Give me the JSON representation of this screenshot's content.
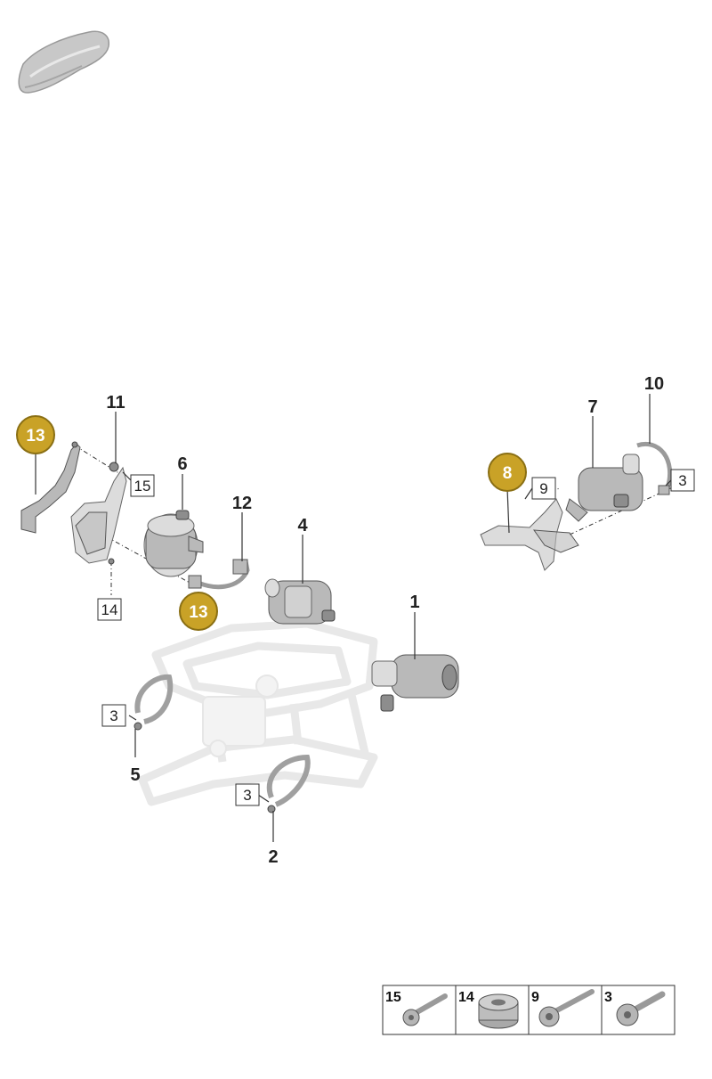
{
  "callouts": {
    "c1": "1",
    "c2": "2",
    "c4": "4",
    "c5": "5",
    "c6": "6",
    "c7": "7",
    "c10": "10",
    "c11": "11",
    "c12": "12"
  },
  "badges": {
    "b13_top": "13",
    "b13_mid": "13",
    "b8": "8"
  },
  "boxed_refs": {
    "r15": "15",
    "r14": "14",
    "r9": "9",
    "r3_right": "3",
    "r3_left": "3",
    "r3_bottom": "3"
  },
  "legend": [
    {
      "label": "15"
    },
    {
      "label": "14"
    },
    {
      "label": "9"
    },
    {
      "label": "3"
    }
  ],
  "colors": {
    "badge": "#c9a227",
    "badge_border": "#8a6f14"
  }
}
